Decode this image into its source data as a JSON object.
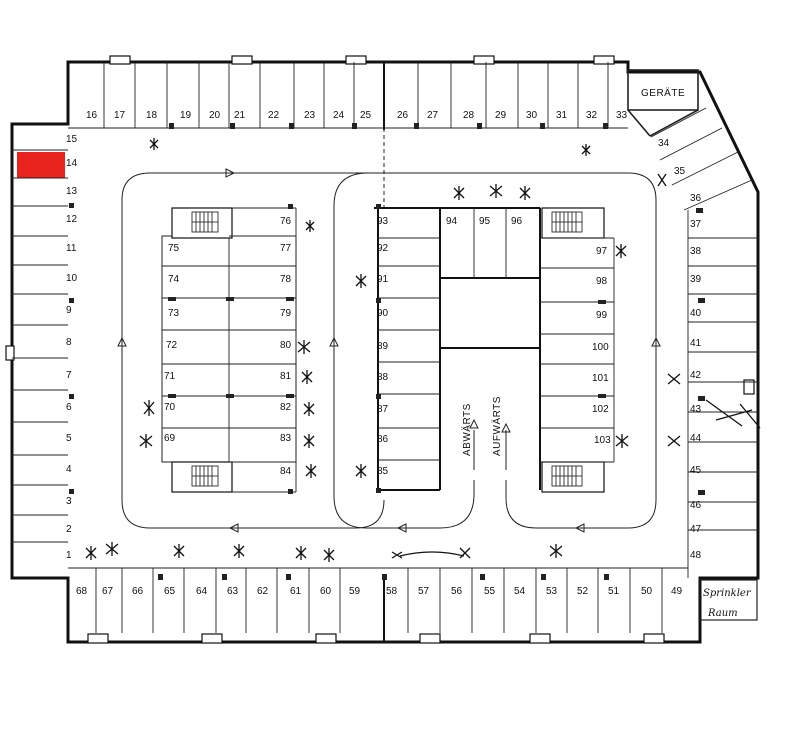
{
  "highlight_color": "#e8231d",
  "room_labels": {
    "equipment": "GERÄTE",
    "sprinkler_line1": "Sprinkler",
    "sprinkler_line2": "Raum"
  },
  "direction_labels": {
    "down": "ABWÄRTS",
    "up": "AUFWÄRTS"
  },
  "highlighted_space": "14",
  "spaces": {
    "left": [
      "15",
      "14",
      "13",
      "12",
      "11",
      "10",
      "9",
      "8",
      "7",
      "6",
      "5",
      "4",
      "3",
      "2",
      "1"
    ],
    "top": [
      "16",
      "17",
      "18",
      "19",
      "20",
      "21",
      "22",
      "23",
      "24",
      "25",
      "26",
      "27",
      "28",
      "29",
      "30",
      "31",
      "32",
      "33"
    ],
    "right": [
      "34",
      "35",
      "36",
      "37",
      "38",
      "39",
      "40",
      "41",
      "42",
      "43",
      "44",
      "45",
      "46",
      "47",
      "48"
    ],
    "bottom": [
      "68",
      "67",
      "66",
      "65",
      "64",
      "63",
      "62",
      "61",
      "60",
      "59",
      "58",
      "57",
      "56",
      "55",
      "54",
      "53",
      "52",
      "51",
      "50",
      "49"
    ],
    "island_left_a": [
      "75",
      "74",
      "73",
      "72",
      "71",
      "70",
      "69"
    ],
    "island_left_b": [
      "76",
      "77",
      "78",
      "79",
      "80",
      "81",
      "82",
      "83",
      "84"
    ],
    "island_center": [
      "93",
      "92",
      "91",
      "90",
      "89",
      "88",
      "87",
      "86",
      "85"
    ],
    "island_center_top": [
      "94",
      "95",
      "96"
    ],
    "island_right": [
      "97",
      "98",
      "99",
      "100",
      "101",
      "102",
      "103"
    ]
  }
}
